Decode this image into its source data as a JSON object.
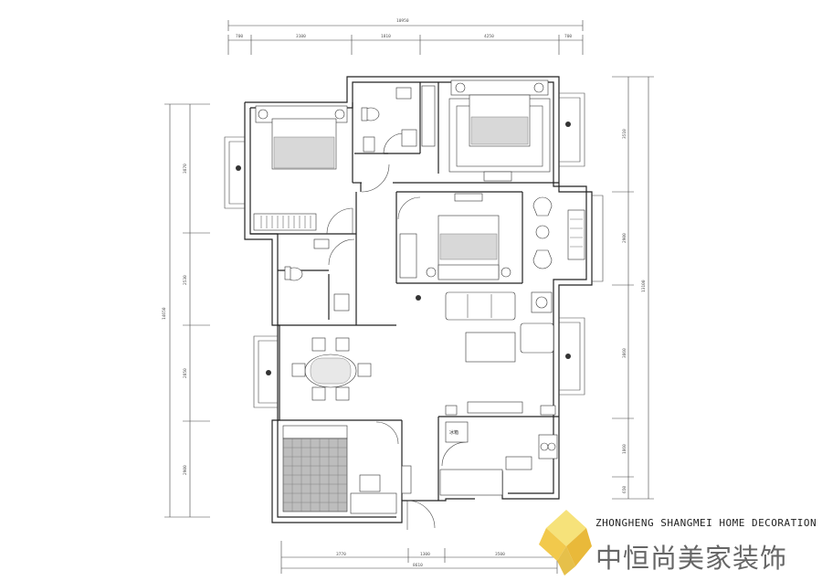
{
  "brand": {
    "name_en": "ZHONGHENG SHANGMEI HOME DECORATION",
    "name_cn": "中恒尚美家装饰",
    "logo_colors": [
      "#f6e27a",
      "#f2c94c",
      "#e9b93a"
    ]
  },
  "dimensions": {
    "top_total": "10950",
    "top_segments": [
      "700",
      "3100",
      "1810",
      "4250",
      "700"
    ],
    "bottom_segments": [
      "3770",
      "1300",
      "3500"
    ],
    "bottom_total": "8610",
    "left_total": "14650",
    "left_segments": [
      "3870",
      "2530",
      "2850",
      "2900"
    ],
    "right_total": "13100",
    "right_segments": [
      "3510",
      "2900",
      "3860",
      "1860",
      "650"
    ]
  },
  "room_labels": {
    "kitchen_note": "冰箱"
  },
  "colors": {
    "wall": "#222222",
    "line": "#444444",
    "tile": "#9a9a9a"
  }
}
